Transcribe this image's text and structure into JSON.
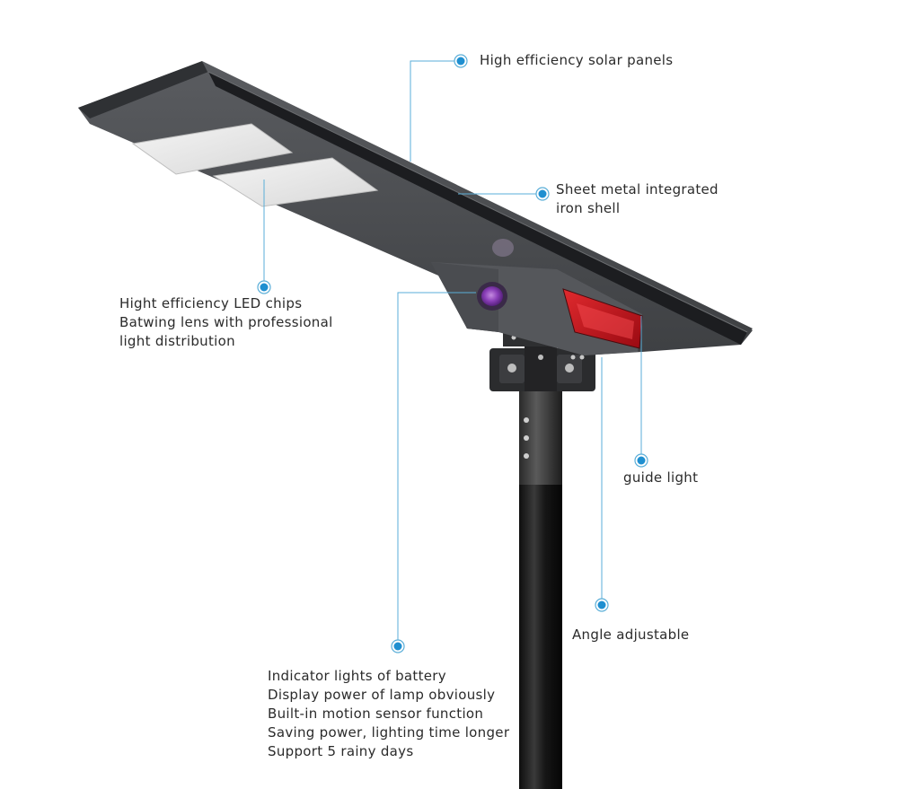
{
  "callouts": {
    "solar_panels": {
      "lines": [
        "High efficiency solar panels"
      ]
    },
    "iron_shell": {
      "lines": [
        "Sheet metal integrated",
        "iron shell"
      ]
    },
    "led_chips": {
      "lines": [
        "Hight efficiency LED chips",
        "Batwing lens with professional",
        "light distribution"
      ]
    },
    "guide_light": {
      "lines": [
        "guide light"
      ]
    },
    "angle_adjustable": {
      "lines": [
        "Angle adjustable"
      ]
    },
    "battery_indicator": {
      "lines": [
        "Indicator lights of battery",
        "Display power of lamp obviously",
        "Built-in motion sensor function",
        "Saving power, lighting time longer",
        "Support 5 rainy days"
      ]
    }
  },
  "colors": {
    "callout_line": "#5aaed8",
    "callout_dot": "#1f8fd0",
    "lamp_body": "#4d4f52",
    "solar_panel": "#1c1d20",
    "guide_light": "#c8101a",
    "sensor": "#7a2fa6",
    "pole": "#1a1a1a"
  }
}
